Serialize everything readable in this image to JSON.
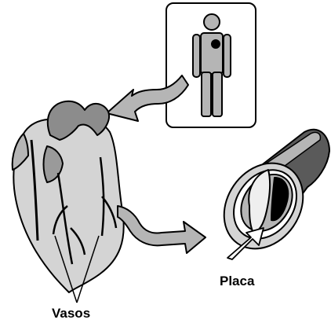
{
  "labels": {
    "plaque": "Placa",
    "vessels": "Vasos"
  },
  "colors": {
    "outline": "#000000",
    "light_gray": "#d4d4d4",
    "mid_gray": "#b5b5b5",
    "dark_gray": "#7a7a7a",
    "heart_dot": "#000000",
    "background": "#ffffff"
  },
  "icons": [
    "person-icon",
    "heart-illustration",
    "artery-cross-section",
    "curved-arrow"
  ]
}
